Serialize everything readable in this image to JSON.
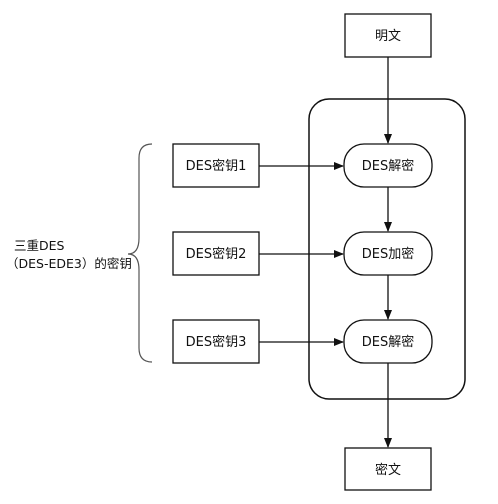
{
  "plaintext": "明文",
  "ciphertext": "密文",
  "keys": [
    "DES密钥1",
    "DES密钥2",
    "DES密钥3"
  ],
  "operations": [
    "DES解密",
    "DES加密",
    "DES解密"
  ],
  "side_label": {
    "line1": "三重DES",
    "line2": "（DES-EDE3）的密钥"
  }
}
